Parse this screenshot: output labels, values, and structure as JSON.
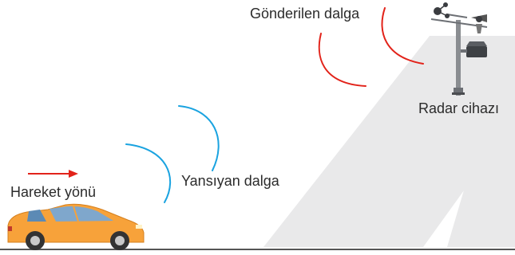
{
  "labels": {
    "sent_wave": "Gönderilen dalga",
    "radar": "Radar cihazı",
    "reflected_wave": "Yansıyan dalga",
    "direction": "Hareket yönü"
  },
  "colors": {
    "sent_wave": "#e2231a",
    "reflected_wave": "#1aa3e0",
    "arrow": "#e2231a",
    "car_body": "#f7a23a",
    "beam": "#e9e9ea",
    "ground": "#555555"
  }
}
